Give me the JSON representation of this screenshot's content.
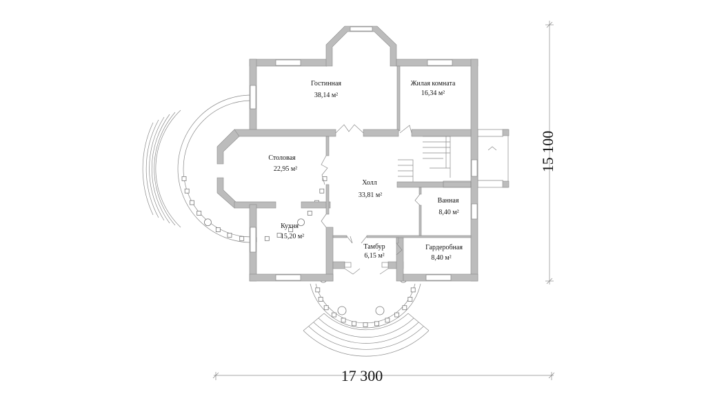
{
  "plan": {
    "rooms": [
      {
        "name": "Гостинная",
        "area": "38,14 м²"
      },
      {
        "name": "Жилая комната",
        "area": "16,34 м²"
      },
      {
        "name": "Столовая",
        "area": "22,95 м²"
      },
      {
        "name": "Холл",
        "area": "33,81 м²"
      },
      {
        "name": "Ванная",
        "area": "8,40 м²"
      },
      {
        "name": "Кухня",
        "area": "15,20 м²"
      },
      {
        "name": "Тамбур",
        "area": "6,15 м²"
      },
      {
        "name": "Гардеробная",
        "area": "8,40 м²"
      }
    ],
    "dimensions": {
      "width": "17 300",
      "height": "15 100"
    }
  }
}
